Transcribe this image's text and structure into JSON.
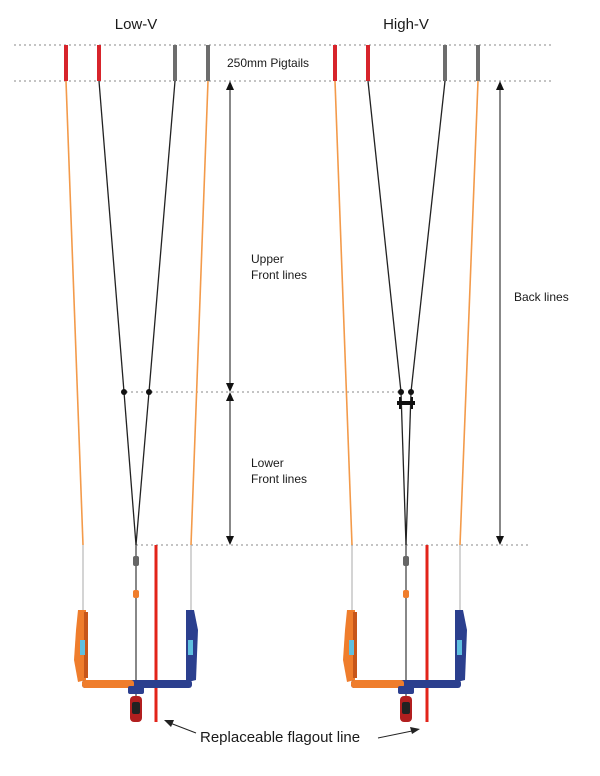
{
  "titles": {
    "low_v": "Low-V",
    "high_v": "High-V"
  },
  "labels": {
    "pigtails": "250mm Pigtails",
    "upper_front_1": "Upper",
    "upper_front_2": "Front lines",
    "lower_front_1": "Lower",
    "lower_front_2": "Front lines",
    "back_lines": "Back lines",
    "flagout": "Replaceable flagout line"
  },
  "colors": {
    "pigtail_red": "#d7242b",
    "pigtail_grey": "#6d6d6d",
    "back_line_orange": "#f39a4a",
    "front_line_black": "#222222",
    "guide_grey": "#777777",
    "flagout_red": "#e2231a",
    "bar_orange": "#ef7d2c",
    "bar_navy": "#2b3f8e",
    "bar_light_blue": "#5fc0e0"
  }
}
